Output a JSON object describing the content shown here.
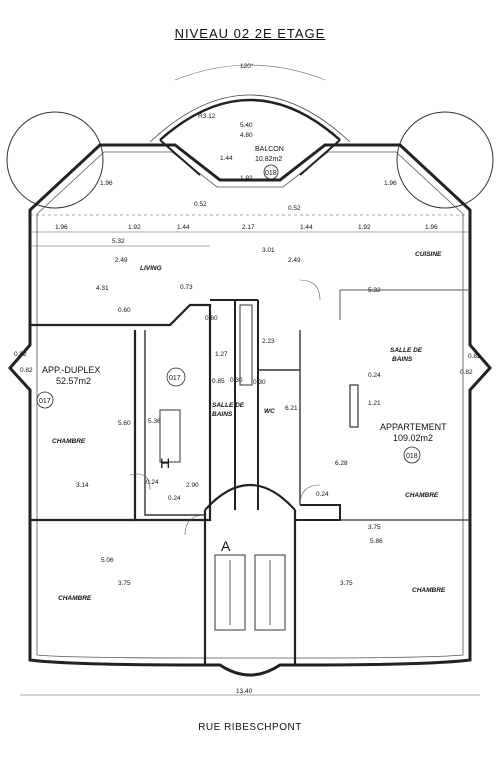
{
  "title": "NIVEAU 02 2E ETAGE",
  "street": "RUE RIBESCHPONT",
  "angle": "120°",
  "balcony": {
    "label": "BALCON",
    "area": "10.82m2",
    "number": "018"
  },
  "duplex": {
    "name": "APP.-DUPLEX",
    "area": "52.57m2",
    "number": "017"
  },
  "apartment": {
    "name": "APPARTEMENT",
    "area": "109.02m2",
    "number": "018"
  },
  "inner_number": "017",
  "rooms": {
    "living": "LIVING",
    "cuisine": "CUISINE",
    "salle_bains_right": "SALLE DE BAINS",
    "salle_bains_left": "SALLE DE BAINS",
    "wc": "WC",
    "chambre": "CHAMBRE"
  },
  "markers": {
    "h": "H",
    "a": "A"
  },
  "dims": {
    "d540": "5.40",
    "d480": "4.80",
    "r312": "R3.12",
    "d144": "1.44",
    "d192": "1.92",
    "d196": "1.96",
    "d052": "0.52",
    "d217": "2.17",
    "d532": "5.32",
    "d249": "2.49",
    "d301": "3.01",
    "d431": "4.31",
    "d073": "0.73",
    "d060": "0.60",
    "d082": "0.82",
    "d127": "1.27",
    "d223": "2.23",
    "d085": "0.85",
    "d030": "0.30",
    "d560": "5.60",
    "d536": "5.36",
    "d621": "6.21",
    "d024": "0.24",
    "d121": "1.21",
    "d314": "3.14",
    "d290": "2.90",
    "d628": "6.28",
    "d375": "3.75",
    "d586": "5.86",
    "d506": "5.06",
    "d1340": "13.40"
  }
}
